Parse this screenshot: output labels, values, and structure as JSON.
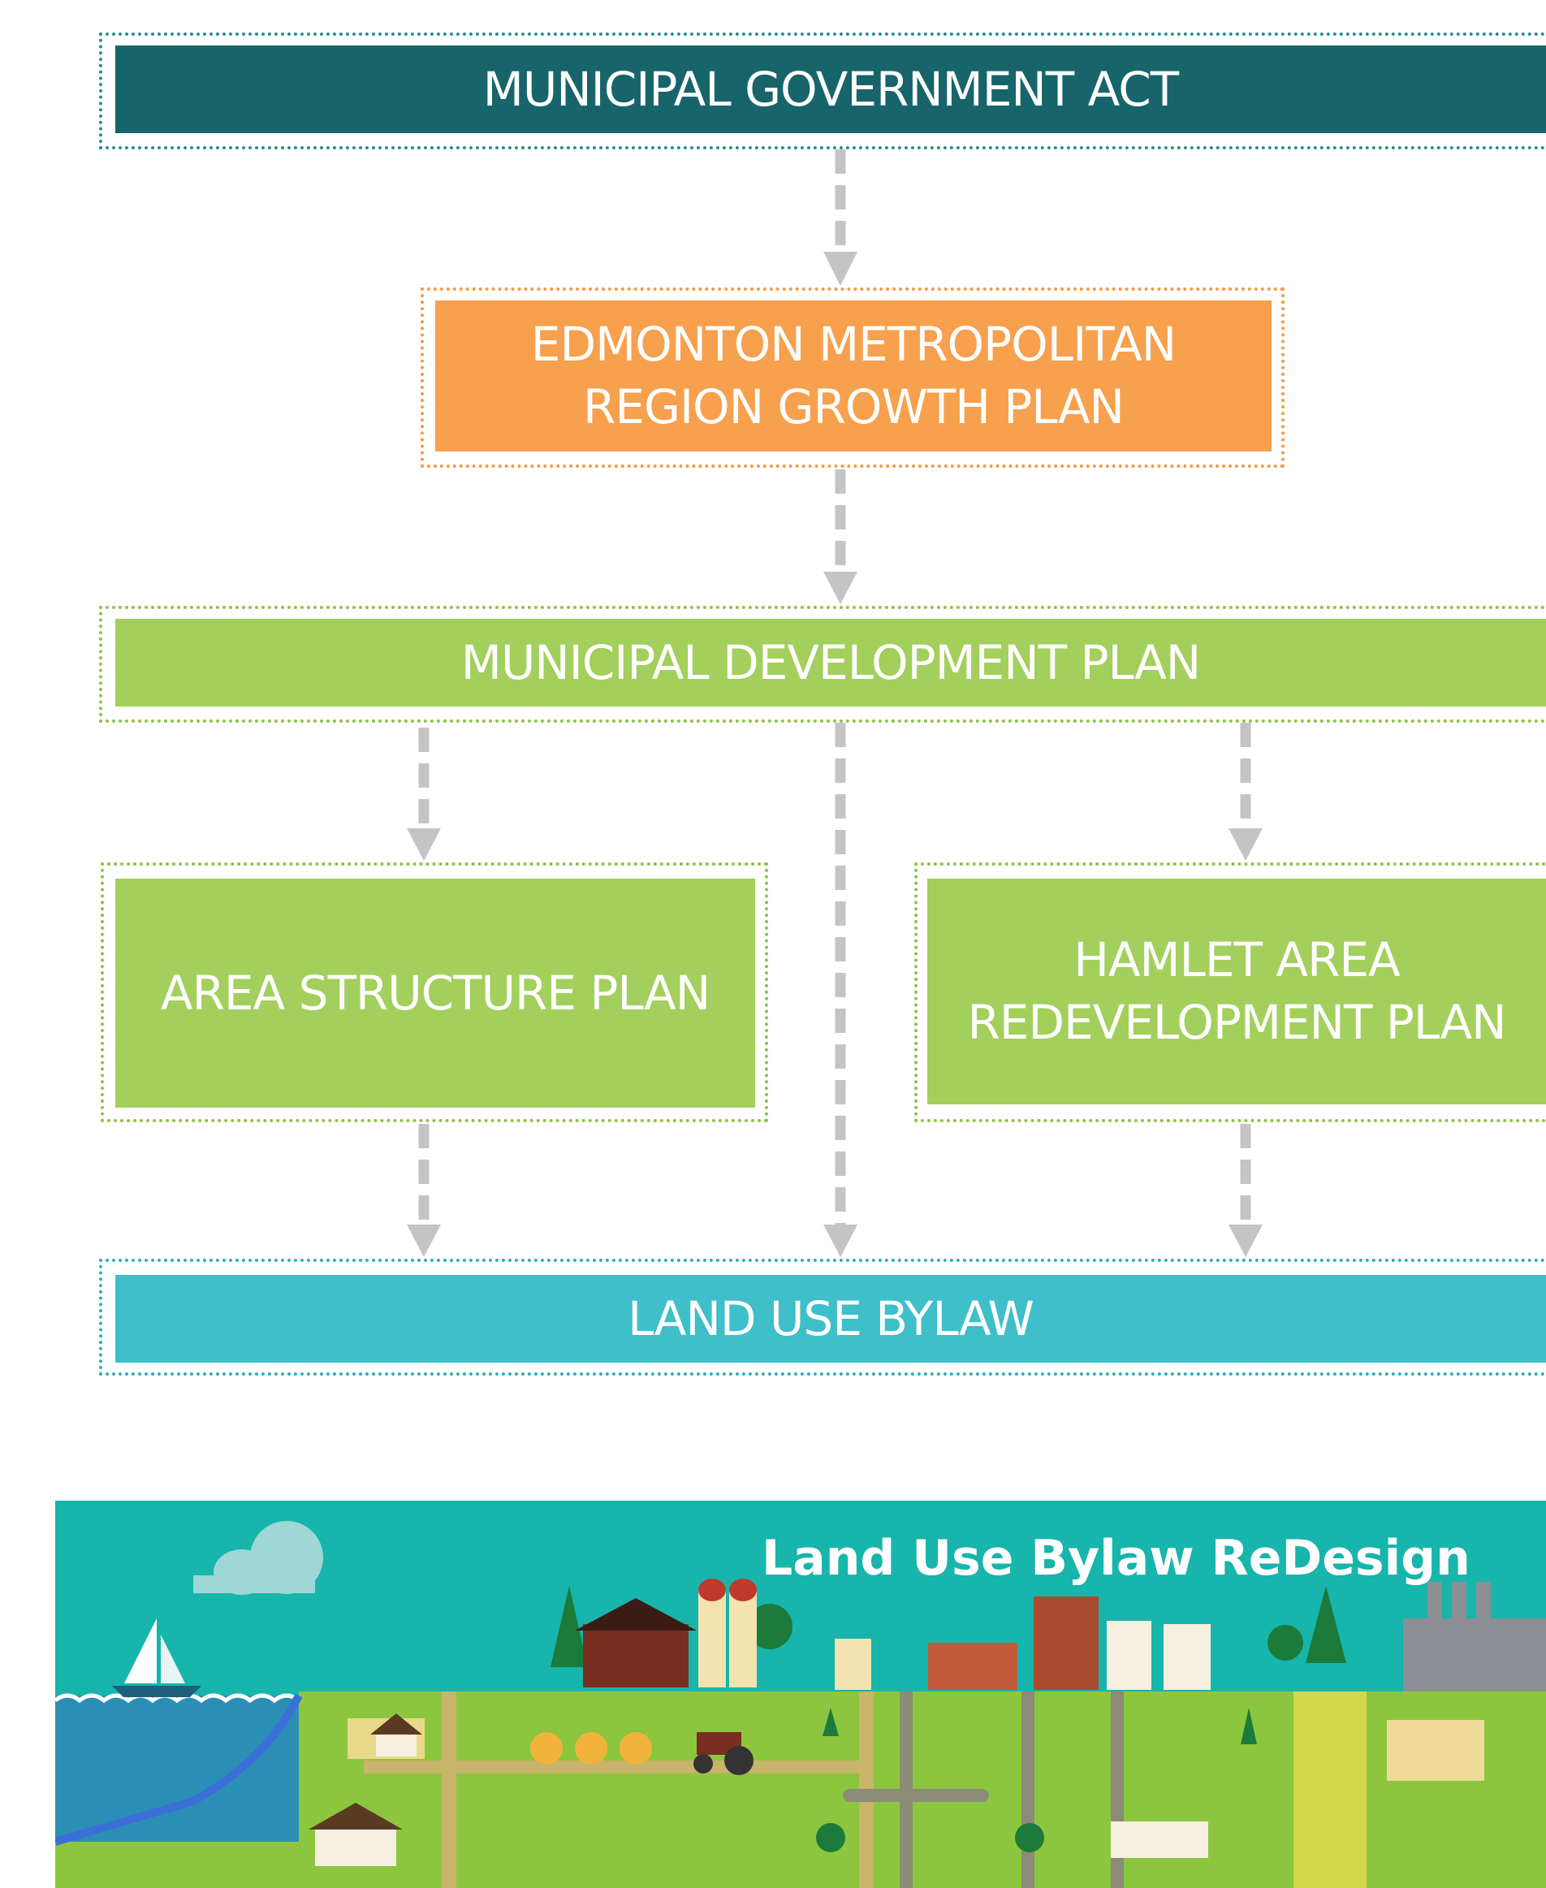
{
  "colors": {
    "teal_dark": "#17656a",
    "orange": "#f7a04d",
    "green": "#a3cf5c",
    "cyan": "#3ebfca",
    "arrow": "#c4c4c4"
  },
  "diagram": {
    "act": {
      "label": "MUNICIPAL GOVERNMENT ACT"
    },
    "growth_plan": {
      "lines": [
        "EDMONTON METROPOLITAN",
        "REGION GROWTH PLAN"
      ]
    },
    "mdp": {
      "label": "MUNICIPAL DEVELOPMENT PLAN"
    },
    "asp": {
      "label": "AREA STRUCTURE PLAN"
    },
    "harp": {
      "lines": [
        "HAMLET AREA",
        "REDEVELOPMENT PLAN"
      ]
    },
    "lub": {
      "label": "LAND USE BYLAW"
    }
  },
  "banner": {
    "title": "Land Use Bylaw ReDesign"
  }
}
